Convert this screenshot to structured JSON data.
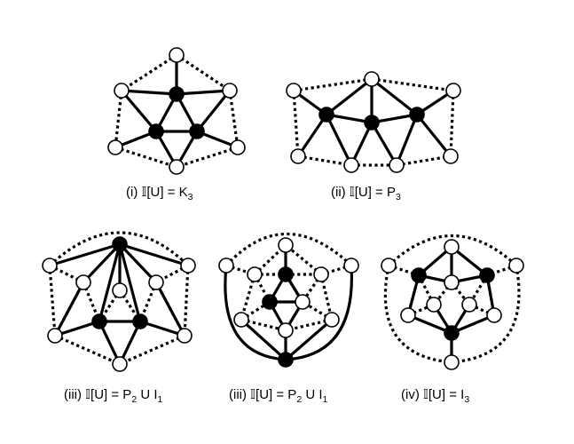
{
  "captions": {
    "g1": {
      "prefix": "(i)  ",
      "mid": "[U] = K",
      "sub": "3"
    },
    "g2": {
      "prefix": "(ii) ",
      "mid": "[U] = P",
      "sub": "3"
    },
    "g3": {
      "prefix": "(iii) ",
      "mid": "[U] = P",
      "sub": "2",
      "rest": " U I",
      "sub2": "1"
    },
    "g4": {
      "prefix": "(iii) ",
      "mid": "[U] = P",
      "sub": "2",
      "rest": " U I",
      "sub2": "1"
    },
    "g5": {
      "prefix": "(iv) ",
      "mid": "[U] = I",
      "sub": "3"
    }
  },
  "symbol": "𝕀"
}
